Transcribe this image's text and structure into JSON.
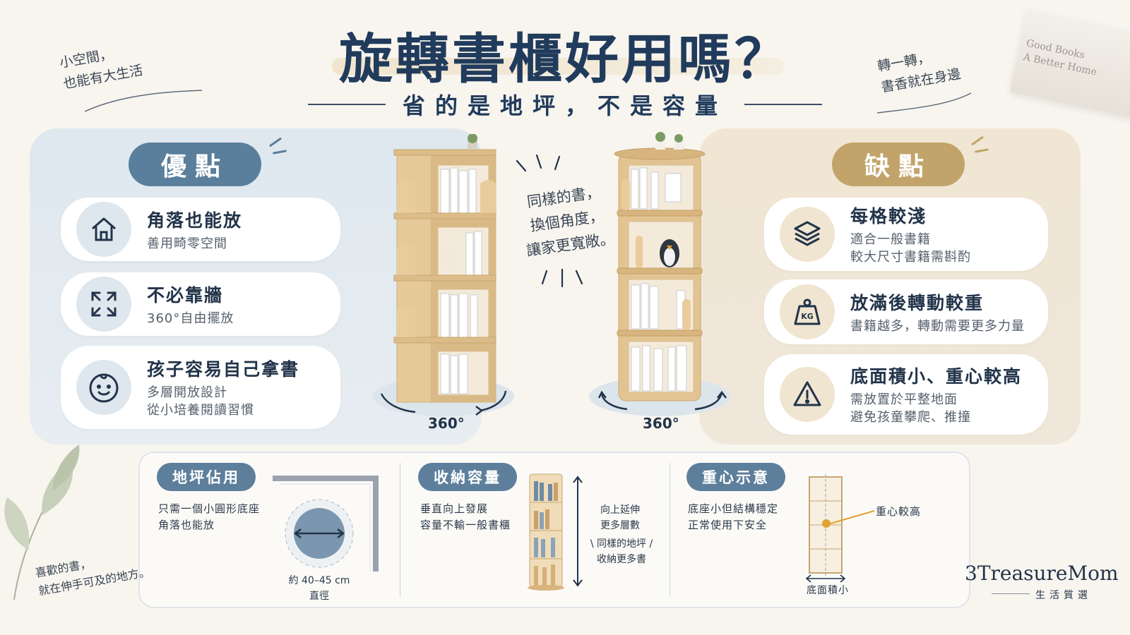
{
  "header": {
    "title": "旋轉書櫃好用嗎？",
    "subtitle": "省的是地坪，不是容量"
  },
  "notes": {
    "top_left": [
      "小空間，",
      "也能有大生活"
    ],
    "top_right": [
      "轉一轉，",
      "書香就在身邊"
    ],
    "middle": [
      "同樣的書，",
      "換個角度，",
      "讓家更寬敞。"
    ],
    "bottom_left": [
      "喜歡的書，",
      "就在伸手可及的地方。"
    ],
    "book_cover": [
      "Good Books",
      "A Better Home"
    ]
  },
  "pros": {
    "label": "優點",
    "items": [
      {
        "icon": "house-icon",
        "title": "角落也能放",
        "desc": [
          "善用畸零空間"
        ]
      },
      {
        "icon": "expand-arrows-icon",
        "title": "不必靠牆",
        "desc": [
          "360°自由擺放"
        ]
      },
      {
        "icon": "baby-face-icon",
        "title": "孩子容易自己拿書",
        "desc": [
          "多層開放設計",
          "從小培養閱讀習慣"
        ]
      }
    ]
  },
  "cons": {
    "label": "缺點",
    "items": [
      {
        "icon": "layers-icon",
        "title": "每格較淺",
        "desc": [
          "適合一般書籍",
          "較大尺寸書籍需斟酌"
        ]
      },
      {
        "icon": "kg-weight-icon",
        "title": "放滿後轉動較重",
        "desc": [
          "書籍越多，轉動需要更多力量"
        ]
      },
      {
        "icon": "warning-icon",
        "title": "底面積小、重心較高",
        "desc": [
          "需放置於平整地面",
          "避免孩童攀爬、推撞"
        ]
      }
    ]
  },
  "shelves": {
    "left_label": "360°",
    "right_label": "360°"
  },
  "bottom": {
    "floor": {
      "badge": "地坪佔用",
      "desc": [
        "只需一個小圓形底座",
        "角落也能放"
      ],
      "size": "約 40–45 cm",
      "size_label": "直徑"
    },
    "storage": {
      "badge": "收納容量",
      "desc": [
        "垂直向上發展",
        "容量不輸一般書櫃"
      ],
      "note1": [
        "向上延伸",
        "更多層數"
      ],
      "note2": [
        "\\ 同樣的地坪 /",
        "收納更多書"
      ]
    },
    "gravity": {
      "badge": "重心示意",
      "desc": [
        "底座小但結構穩定",
        "正常使用下安全"
      ],
      "point_label": "重心較高",
      "base_label": "底面積小"
    }
  },
  "brand": {
    "name": "3TreasureMom",
    "tagline": "生活質選"
  },
  "colors": {
    "navy": "#213b5c",
    "pro_blue": "#5a7f9c",
    "con_gold": "#c2a46a",
    "wood": "#e2c493"
  }
}
